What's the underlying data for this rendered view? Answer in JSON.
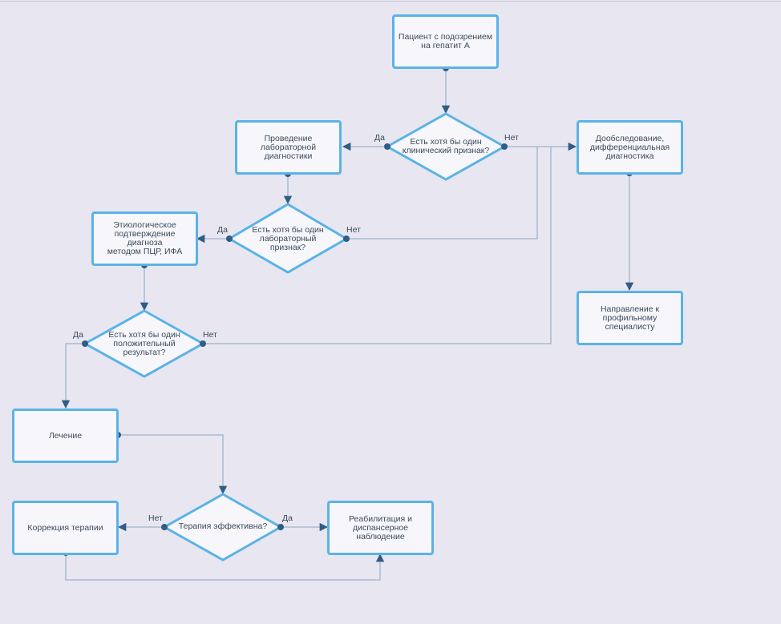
{
  "nodes": {
    "start": "Пациент с подозрением\nна гепатит А",
    "clinical_q": "Есть хотя бы один\nклинический признак?",
    "lab_diag": "Проведение\nлабораторной\nдиагностики",
    "extra_exam": "Дообследование,\nдифференциальная\nдиагностика",
    "lab_q": "Есть хотя бы один\nлабораторный\nпризнак?",
    "etiology": "Этиологическое\nподтверждение\nдиагноза\nметодом ПЦР, ИФА",
    "referral": "Направление к\nпрофильному\nспециалисту",
    "positive_q": "Есть хотя бы один\nположительный\nрезультат?",
    "treatment": "Лечение",
    "effective_q": "Терапия эффективна?",
    "correction": "Коррекция терапии",
    "rehab": "Реабилитация и\nдиспансерное\nнаблюдение"
  },
  "edge_labels": {
    "clinical_yes": "Да",
    "clinical_no": "Нет",
    "lab_yes": "Да",
    "lab_no": "Нет",
    "positive_yes": "Да",
    "positive_no": "Нет",
    "effective_no": "Нет",
    "effective_yes": "Да"
  },
  "colors": {
    "background": "#e8e6f1",
    "node_border": "#5ab3e6",
    "node_fill": "#f7f7fb",
    "connector": "#9fb4c8",
    "arrow": "#2f5d86",
    "text": "#3a4a5c"
  }
}
